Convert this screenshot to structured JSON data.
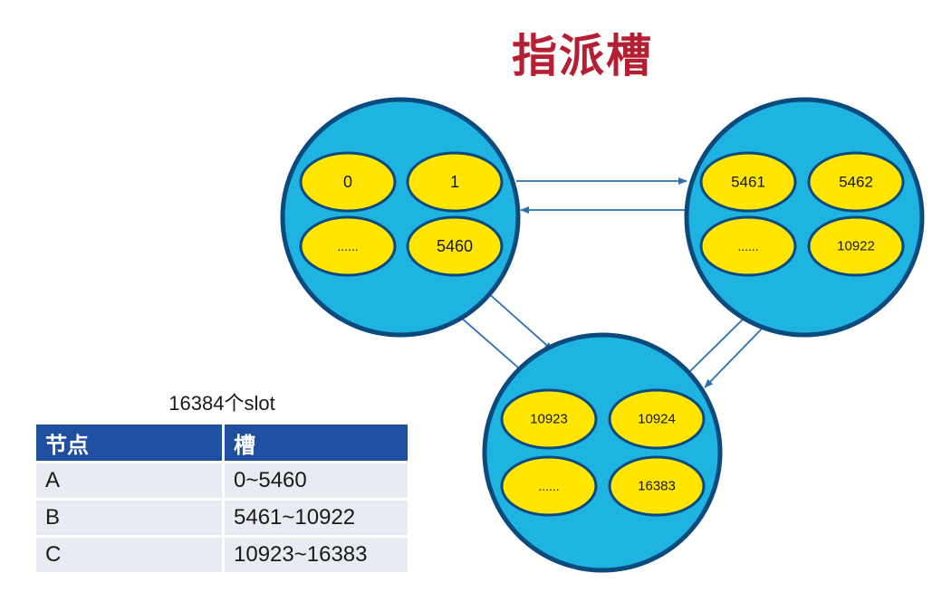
{
  "title": "指派槽",
  "nodes": [
    {
      "id": "node-a",
      "slots": [
        "0",
        "1",
        "......",
        "5460"
      ]
    },
    {
      "id": "node-b",
      "slots": [
        "5461",
        "5462",
        "......",
        "10922"
      ]
    },
    {
      "id": "node-c",
      "slots": [
        "10923",
        "10924",
        "......",
        "16383"
      ]
    }
  ],
  "table": {
    "caption": "16384个slot",
    "headers": [
      "节点",
      "槽"
    ],
    "rows": [
      [
        "A",
        "0~5460"
      ],
      [
        "B",
        "5461~10922"
      ],
      [
        "C",
        "10923~16383"
      ]
    ]
  },
  "colors": {
    "title": "#b51f33",
    "node_fill": "#1fb3e2",
    "node_stroke": "#0b4a7d",
    "slot_fill": "#ffe600",
    "arrow": "#2d6fb0",
    "table_header": "#1f4fa0",
    "table_row": "#e8ebf2"
  }
}
